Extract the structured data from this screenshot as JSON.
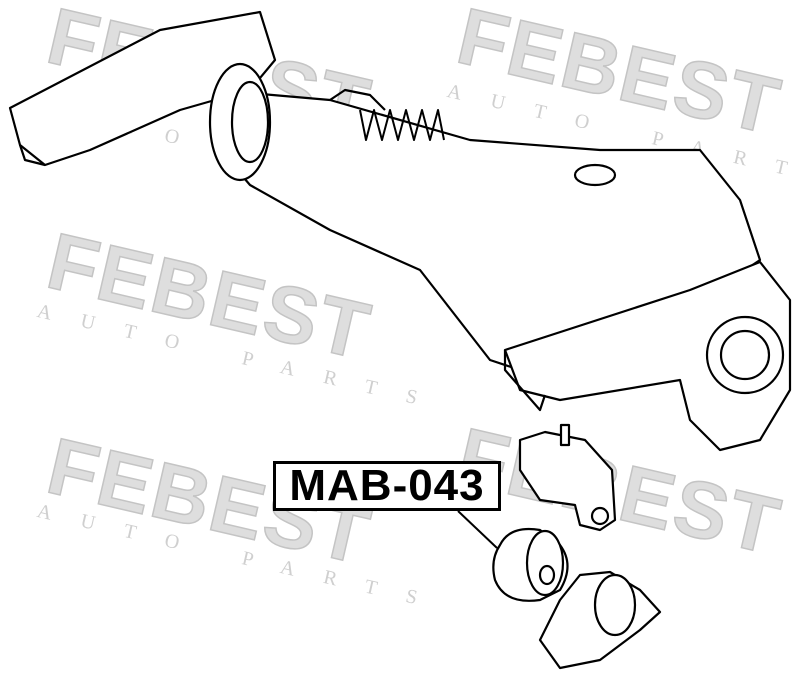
{
  "watermark": {
    "brand": "FEBEST",
    "tagline": "AUTO PARTS"
  },
  "part_label": "MAB-043",
  "colors": {
    "line": "#000000",
    "watermark": "#d4d4d4"
  }
}
